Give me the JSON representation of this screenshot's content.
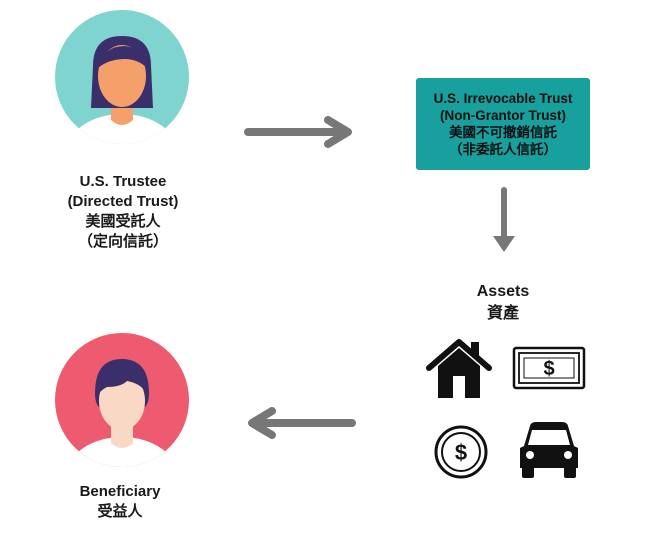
{
  "trustee": {
    "line1": "U.S. Trustee",
    "line2": "(Directed Trust)",
    "line3": "美國受託人",
    "line4": "（定向信託）"
  },
  "trust": {
    "line1": "U.S. Irrevocable Trust",
    "line2": "(Non-Grantor Trust)",
    "line3": "美國不可撤銷信託",
    "line4": "（非委託人信託）",
    "color": "#17a09d"
  },
  "assets": {
    "title": "Assets",
    "title_zh": "資產",
    "icons": [
      "house-icon",
      "banknote-icon",
      "coin-icon",
      "car-icon"
    ]
  },
  "beneficiary": {
    "line1": "Beneficiary",
    "line2": "受益人"
  },
  "colors": {
    "trustee_bg": "#7fd4cf",
    "beneficiary_bg": "#ee5a6f",
    "arrow": "#777777",
    "hair": "#3a2e6b"
  }
}
